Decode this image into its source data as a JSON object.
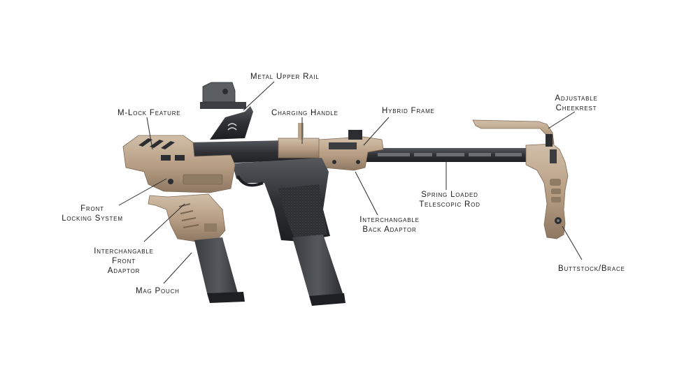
{
  "colors": {
    "tan": "#b79e84",
    "tan_dark": "#8f7a63",
    "tan_light": "#cdb9a3",
    "polymer_black": "#2b2d30",
    "steel": "#4a4d52",
    "background": "#ffffff"
  },
  "labels": {
    "metal_upper_rail": "Metal Upper Rail",
    "m_lock_feature": "M-Lock Feature",
    "charging_handle": "Charging Handle",
    "hybrid_frame": "Hybrid Frame",
    "adjustable_cheekrest": [
      "Adjustable",
      "Cheekrest"
    ],
    "front_locking_system": [
      "Front",
      "Locking System"
    ],
    "spring_loaded_rod": [
      "Spring Loaded",
      "Telescopic Rod"
    ],
    "back_adaptor": [
      "Interchangable",
      "Back Adaptor"
    ],
    "front_adaptor": [
      "Interchangable",
      "Front",
      "Adaptor"
    ],
    "mag_pouch": "Mag Pouch",
    "buttstock_brace": "Buttstock/Brace"
  }
}
